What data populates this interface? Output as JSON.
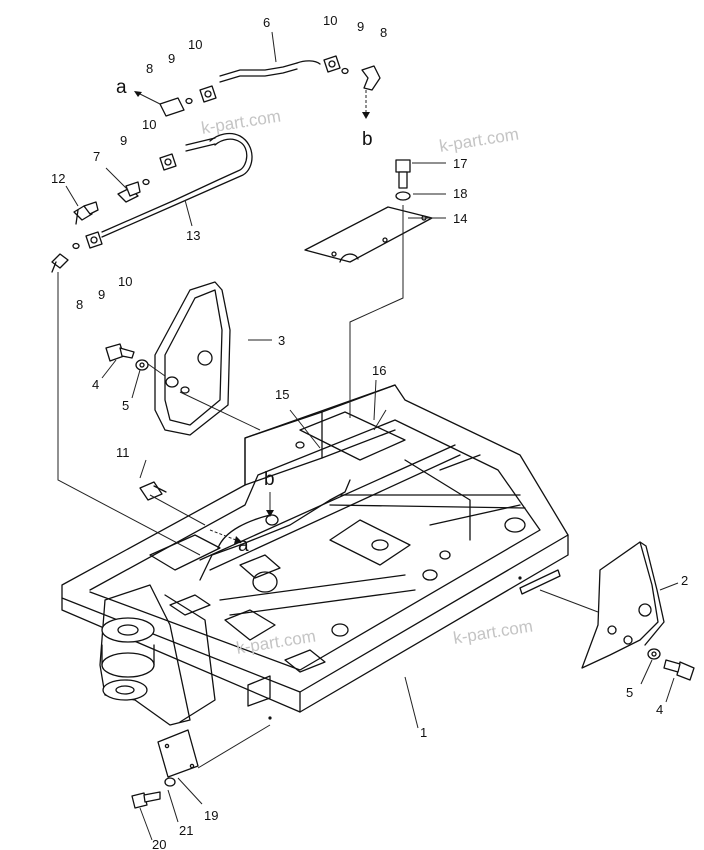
{
  "watermark_text": "k-part.com",
  "callouts": {
    "c1": "1",
    "c2": "2",
    "c3": "3",
    "c4a": "4",
    "c4b": "4",
    "c5a": "5",
    "c5b": "5",
    "c6": "6",
    "c7": "7",
    "c8a": "8",
    "c8b": "8",
    "c8c": "8",
    "c9a": "9",
    "c9b": "9",
    "c9c": "9",
    "c9d": "9",
    "c10a": "10",
    "c10b": "10",
    "c10c": "10",
    "c10d": "10",
    "c11": "11",
    "c12": "12",
    "c13": "13",
    "c14": "14",
    "c15": "15",
    "c16": "16",
    "c17": "17",
    "c18": "18",
    "c19": "19",
    "c20": "20",
    "c21": "21"
  },
  "refs": {
    "a_top": "a",
    "b_top": "b",
    "a_frame": "a",
    "b_frame": "b"
  }
}
